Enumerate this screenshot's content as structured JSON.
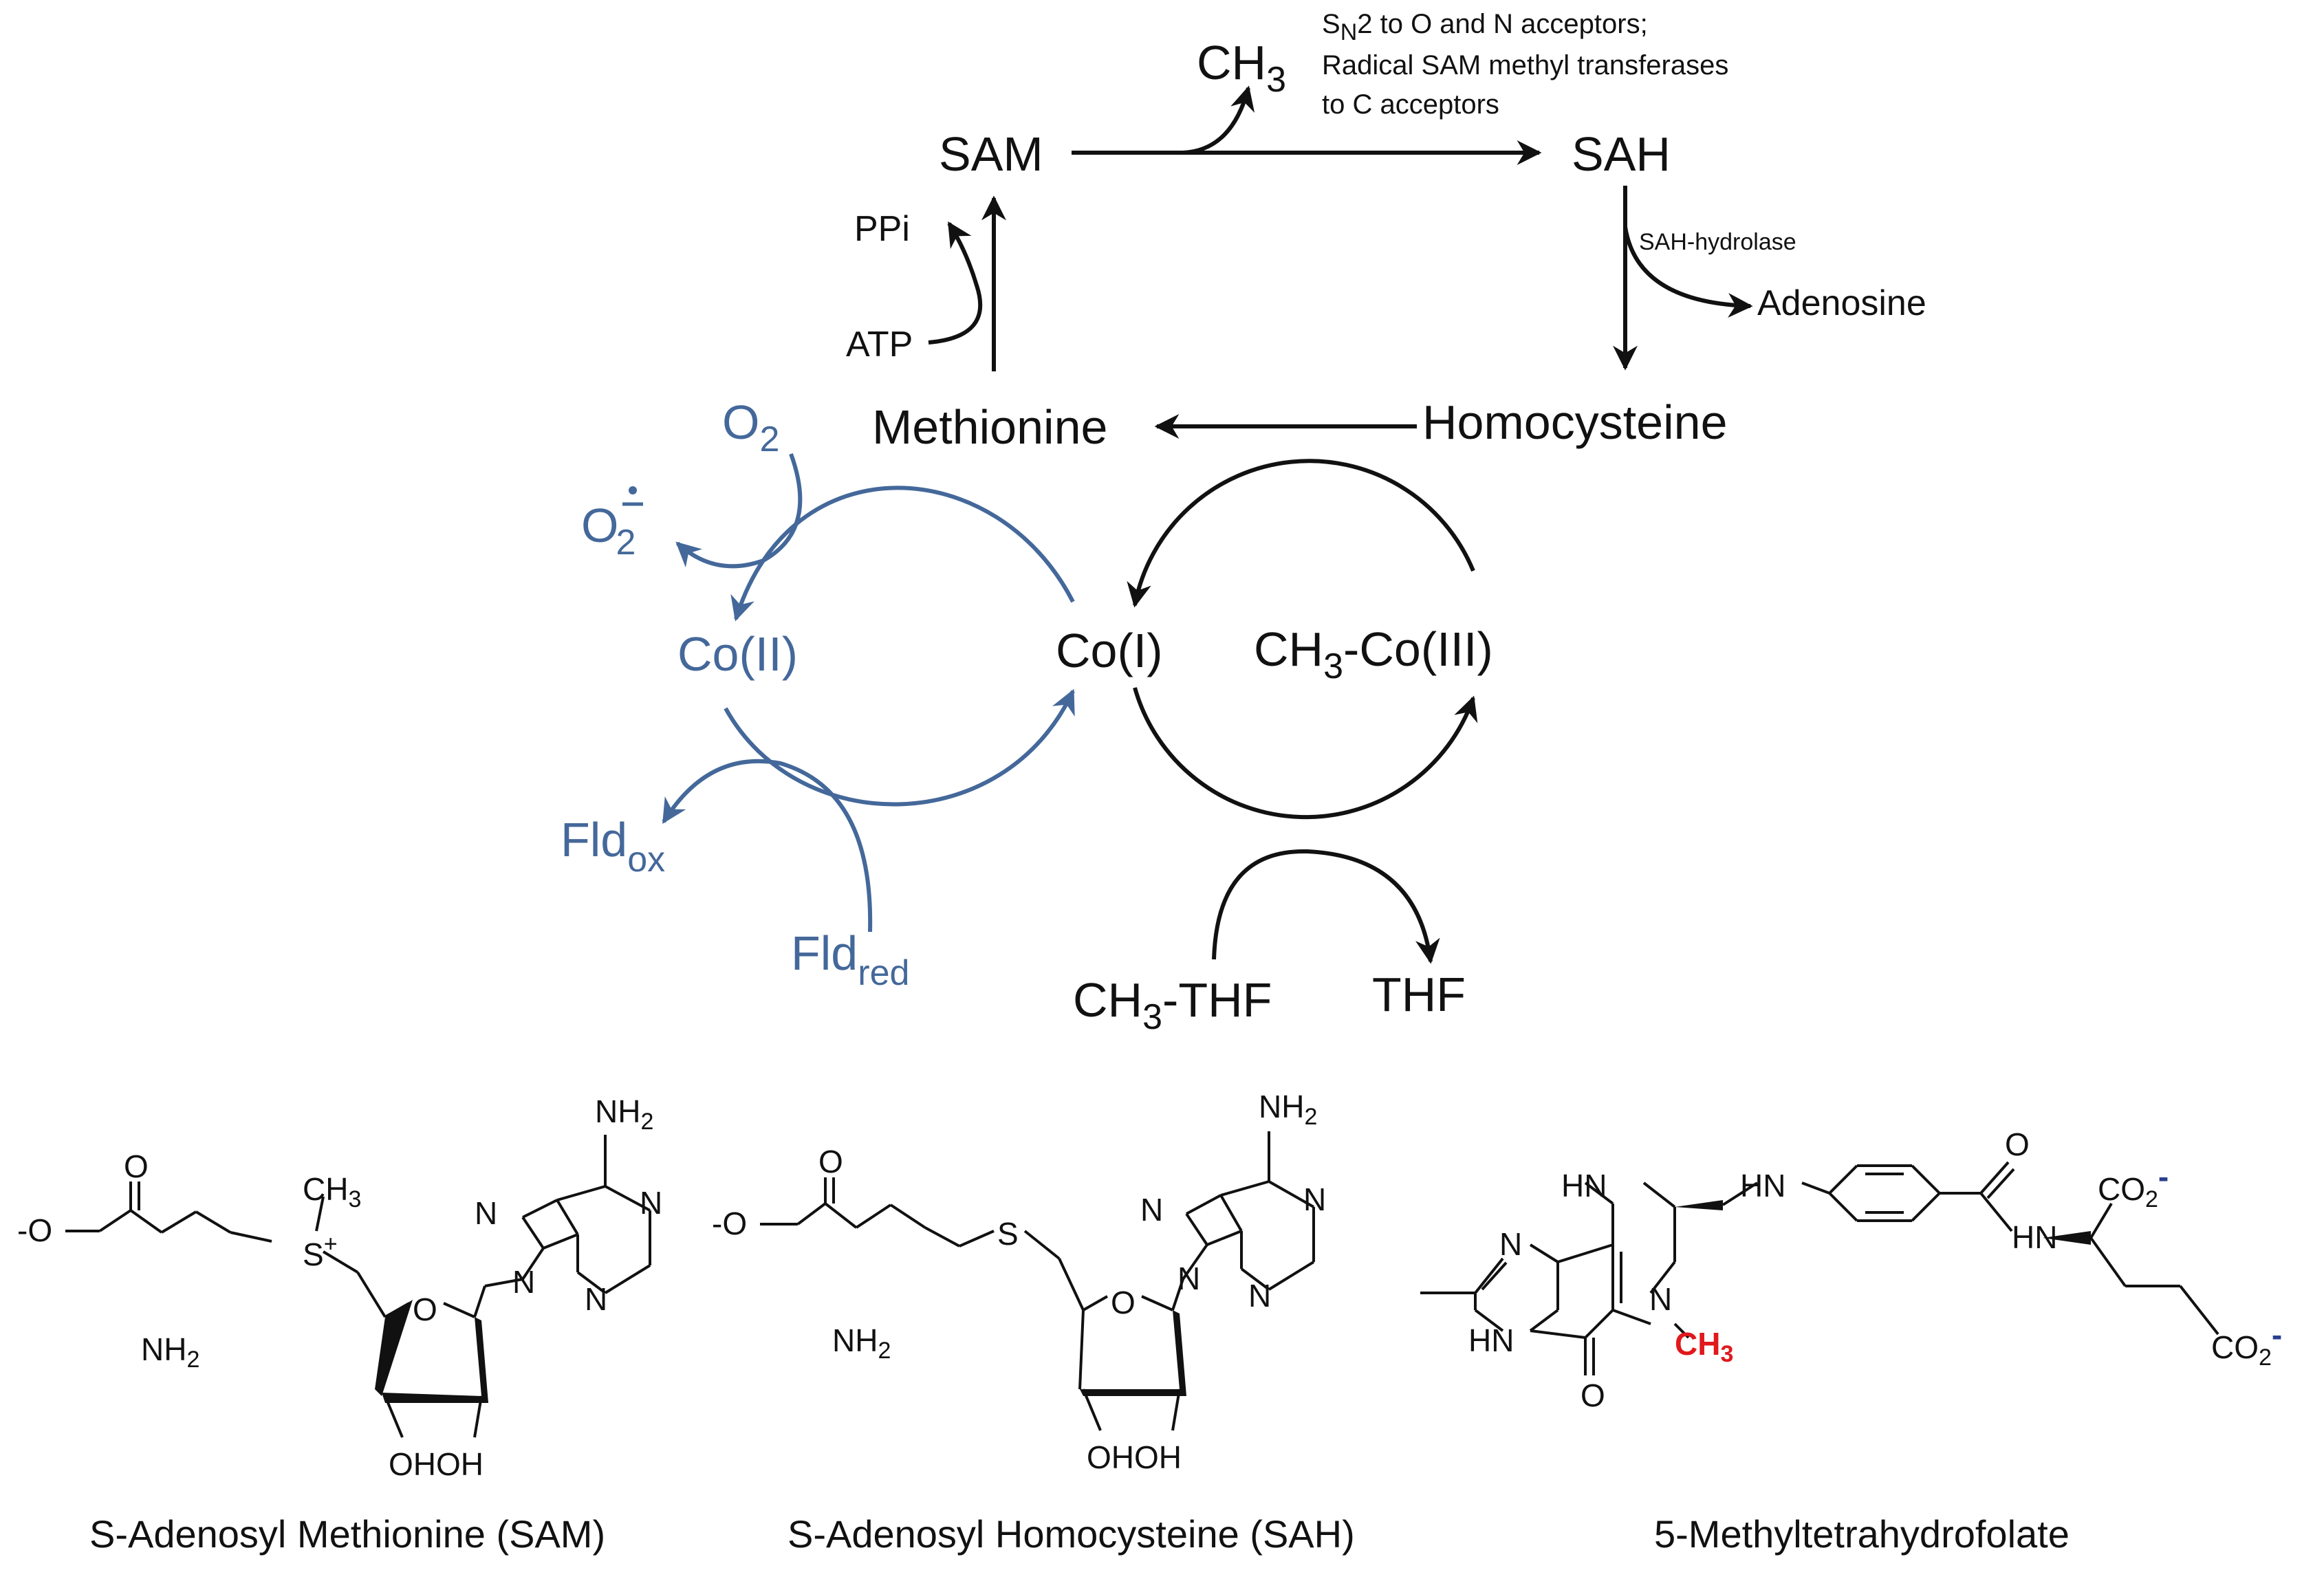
{
  "colors": {
    "black": "#111111",
    "blue": "#44689a",
    "red": "#e0191c"
  },
  "cycle": {
    "sam": "SAM",
    "sah": "SAH",
    "ch3": "CH",
    "ch3_sub": "3",
    "note_sn": "S",
    "note_sn_sub": "N",
    "note_line1_rest": "2 to O and N acceptors;",
    "note_line2": "Radical SAM methyl transferases",
    "note_line3": "to C acceptors",
    "ppi": "PPi",
    "atp": "ATP",
    "sah_hydrolase": "SAH-hydrolase",
    "adenosine": "Adenosine",
    "methionine": "Methionine",
    "homocysteine": "Homocysteine",
    "o2": "O",
    "o2_sub": "2",
    "superoxide": "O",
    "superoxide_sub": "2",
    "co_ii": "Co(II)",
    "co_i": "Co(I)",
    "ch3_co_iii_pre": "CH",
    "ch3_co_iii_sub": "3",
    "ch3_co_iii_post": "-Co(III)",
    "fld_ox": "Fld",
    "fld_ox_sub": "ox",
    "fld_red": "Fld",
    "fld_red_sub": "red",
    "ch3_thf_pre": "CH",
    "ch3_thf_sub": "3",
    "ch3_thf_post": "-THF",
    "thf": "THF"
  },
  "structures": {
    "sam": {
      "caption": "S-Adenosyl Methionine (SAM)",
      "carboxylate": "-O",
      "carbonyl_o": "O",
      "amine": "NH",
      "amine_sub": "2",
      "sulfonium": "S",
      "sulfonium_charge": "+",
      "methyl": "CH",
      "methyl_sub": "3",
      "ring_o": "O",
      "n9": "N",
      "n7": "N",
      "n1": "N",
      "n3": "N",
      "nh2": "NH",
      "nh2_sub": "2",
      "ohoh": "OHOH"
    },
    "sah": {
      "caption": "S-Adenosyl Homocysteine (SAH)",
      "carboxylate": "-O",
      "carbonyl_o": "O",
      "amine": "NH",
      "amine_sub": "2",
      "sulfur": "S",
      "ring_o": "O",
      "n9": "N",
      "n7": "N",
      "n1": "N",
      "n3": "N",
      "nh2": "NH",
      "nh2_sub": "2",
      "ohoh": "OHOH"
    },
    "mthf": {
      "caption": "5-Methyltetrahydrofolate",
      "hn_top": "HN",
      "n_left": "N",
      "hn_bottom": "HN",
      "carbonyl_o": "O",
      "n5": "N",
      "methyl": "CH",
      "methyl_sub": "3",
      "hn_link": "HN",
      "amide_o": "O",
      "amide_hn": "HN",
      "co2_top": "CO",
      "co2_top_sub": "2",
      "co2_top_charge": "-",
      "co2_bottom": "CO",
      "co2_bottom_sub": "2",
      "co2_bottom_charge": "-"
    }
  }
}
